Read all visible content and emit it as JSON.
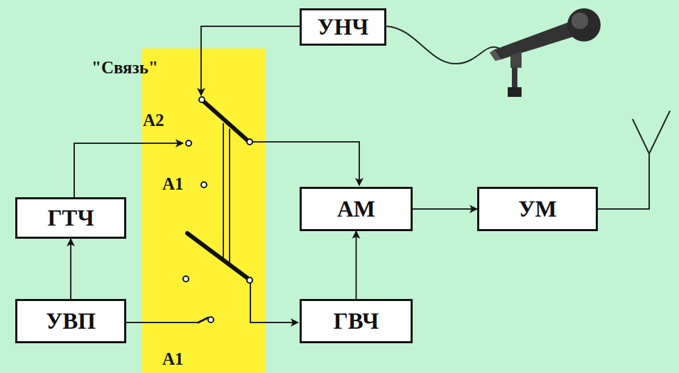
{
  "diagram": {
    "nodes": [
      {
        "text": [
          "УНЧ"
        ]
      },
      {
        "text": [
          "ГТЧ"
        ]
      },
      {
        "text": [
          "АМ"
        ]
      },
      {
        "text": [
          "УМ"
        ]
      },
      {
        "text": [
          "УВП"
        ]
      },
      {
        "text": [
          "ГВЧ"
        ]
      }
    ],
    "edges": [
      {
        "from": 4,
        "to": 1,
        "arrow": "to"
      },
      {
        "from": 5,
        "to": 2,
        "arrow": "to"
      },
      {
        "from": 2,
        "to": 3,
        "arrow": "to"
      }
    ],
    "labels": [
      "\"Связь\"",
      "А2",
      "А1",
      "А1"
    ]
  }
}
